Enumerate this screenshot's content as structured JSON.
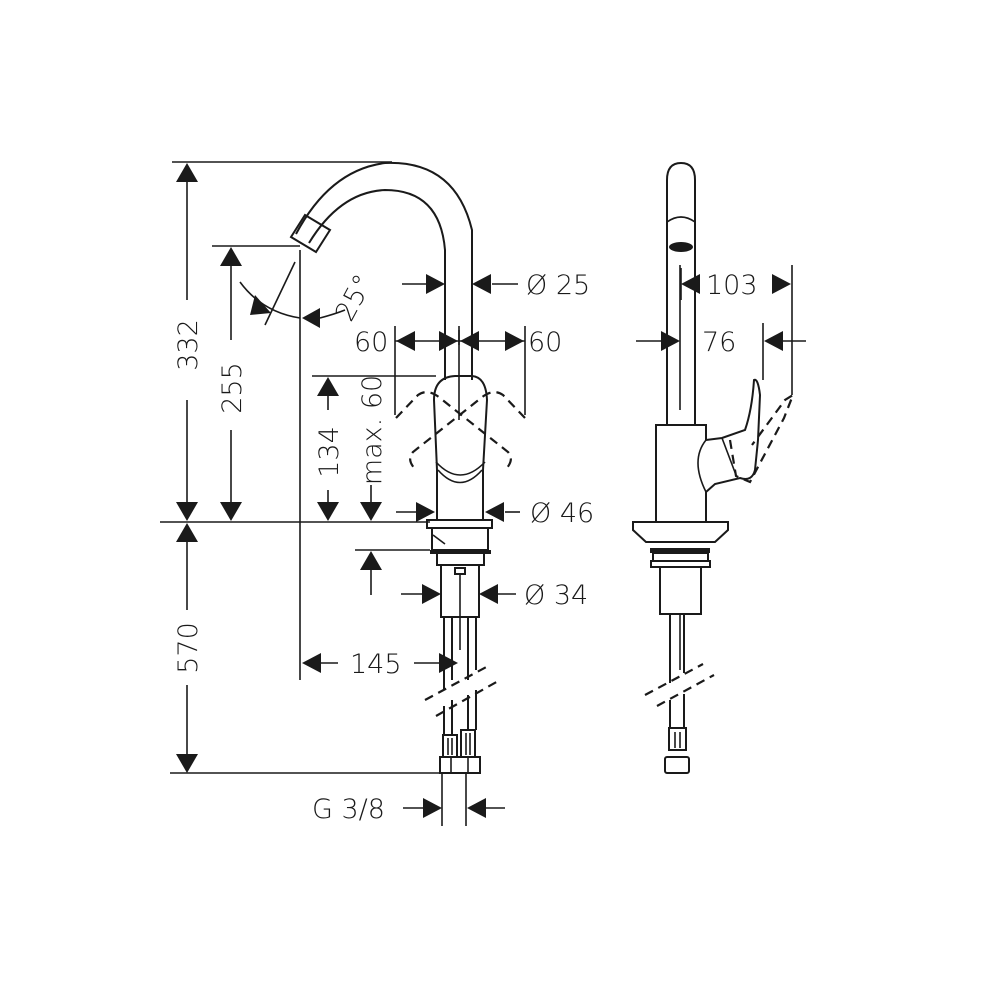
{
  "drawing": {
    "type": "technical-dimension-drawing",
    "subject": "single-lever kitchen faucet",
    "line_color": "#1a1a1a",
    "background": "#ffffff",
    "views": {
      "front": {
        "dimensions": {
          "overall_height": "332",
          "spout_outlet_height": "255",
          "spout_angle": "25°",
          "spout_tube_diameter": "Ø 25",
          "lever_swing_left": "60",
          "lever_swing_right": "60",
          "body_height": "134",
          "max_mounting_thickness": "max. 60",
          "body_diameter": "Ø 46",
          "shank_diameter": "Ø 34",
          "spout_reach": "145",
          "hose_length": "570",
          "connection_thread": "G 3/8"
        }
      },
      "side": {
        "dimensions": {
          "lever_depth": "103",
          "lever_offset": "76"
        }
      }
    }
  }
}
